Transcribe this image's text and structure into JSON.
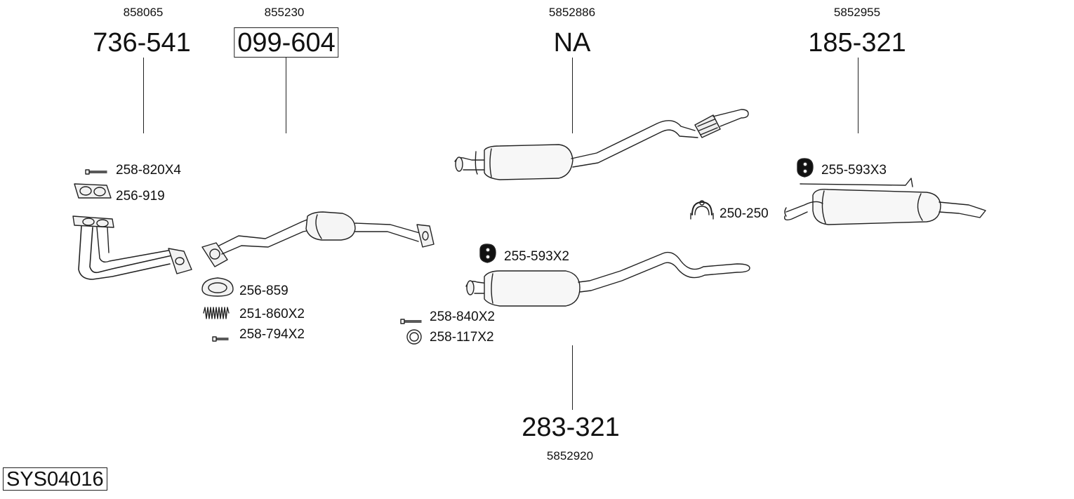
{
  "system_code": "SYS04016",
  "top_parts": [
    {
      "oe": "858065",
      "number": "736-541",
      "boxed": false
    },
    {
      "oe": "855230",
      "number": "099-604",
      "boxed": true
    },
    {
      "oe": "5852886",
      "number": "NA",
      "boxed": false
    },
    {
      "oe": "5852955",
      "number": "185-321",
      "boxed": false
    }
  ],
  "bottom_part": {
    "number": "283-321",
    "oe": "5852920"
  },
  "accessories": [
    "258-820X4",
    "256-919",
    "256-859",
    "251-860X2",
    "258-794X2",
    "258-840X2",
    "258-117X2",
    "255-593X2",
    "255-593X3",
    "250-250"
  ],
  "icons": [
    "bolt-icon",
    "gasket-icon",
    "exhaust-manifold-icon",
    "catalytic-converter-pipe-icon",
    "ring-gasket-icon",
    "spring-icon",
    "front-pipe-icon",
    "middle-silencer-icon",
    "rubber-hanger-icon",
    "washer-ring-icon",
    "rear-silencer-icon",
    "clamp-icon"
  ]
}
